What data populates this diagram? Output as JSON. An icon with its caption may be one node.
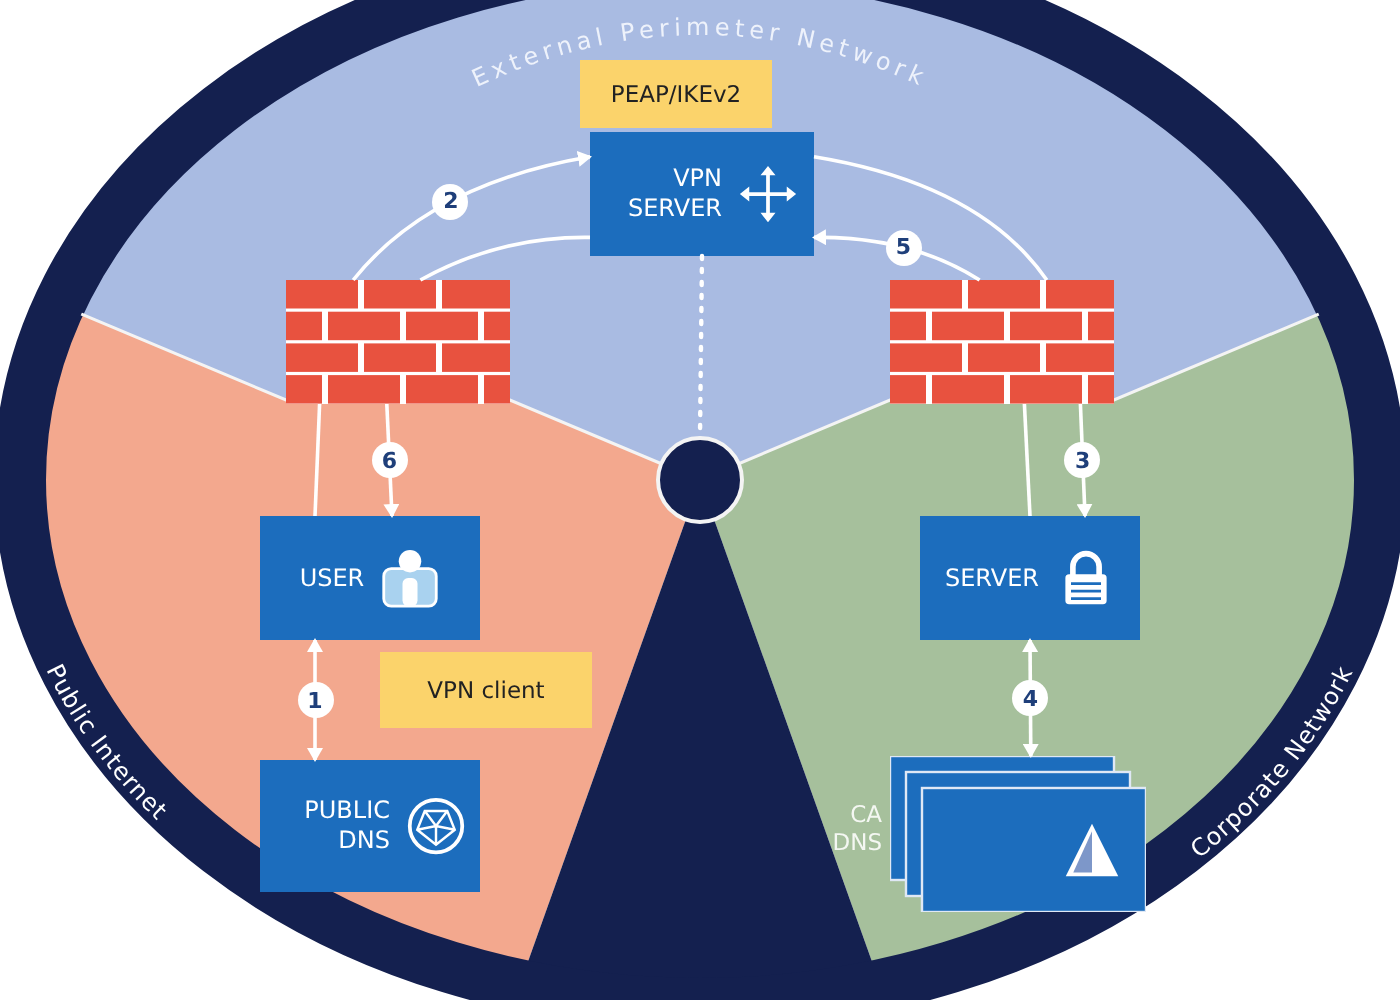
{
  "diagram": {
    "nodes": [
      {
        "text": [
          "PEAP/IKEv2"
        ]
      },
      {
        "text": [
          "VPN SERVER"
        ]
      },
      {
        "text": [],
        "shape": "wall"
      },
      {
        "text": [],
        "shape": "wall"
      },
      {
        "text": [],
        "shape": "circle"
      },
      {
        "text": [
          "USER"
        ]
      },
      {
        "text": [
          "SERVER"
        ]
      },
      {
        "text": [
          "VPN client"
        ]
      },
      {
        "text": [
          "PUBLIC DNS"
        ]
      },
      {
        "text": [],
        "shape": "box",
        "beside": [
          "CA DNS"
        ]
      }
    ],
    "edges": [
      {
        "from": 5,
        "to": 8,
        "arrow": "both",
        "label": "1"
      },
      {
        "from": 2,
        "to": 1,
        "arrow": "to",
        "label": "2"
      },
      {
        "from": 2,
        "to": 1,
        "arrow": "none"
      },
      {
        "from": 1,
        "to": 3,
        "arrow": "none"
      },
      {
        "from": 3,
        "to": 1,
        "arrow": "to",
        "label": "5"
      },
      {
        "from": 3,
        "to": 6,
        "arrow": "to",
        "label": "3"
      },
      {
        "from": 6,
        "to": 3,
        "arrow": "none"
      },
      {
        "from": 6,
        "to": 9,
        "arrow": "both",
        "label": "4"
      },
      {
        "from": 2,
        "to": 5,
        "arrow": "to",
        "label": "6"
      },
      {
        "from": 5,
        "to": 2,
        "arrow": "none"
      },
      {
        "from": 1,
        "to": 4,
        "arrow": "none",
        "style": "dashed"
      }
    ],
    "labels": [
      "External Perimeter Network",
      "Public Internet",
      "Corporate Network"
    ]
  }
}
